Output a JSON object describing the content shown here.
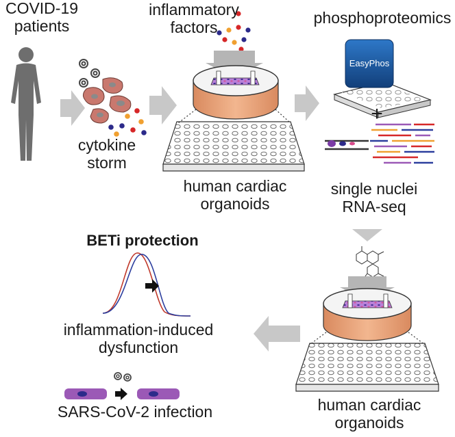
{
  "labels": {
    "covid_line1": "COVID-19",
    "covid_line2": "patients",
    "inflam_line1": "inflammatory",
    "inflam_line2": "factors",
    "phospho": "phosphoproteomics",
    "easyphos": "EasyPhos",
    "plus": "+",
    "cytokine_line1": "cytokine",
    "cytokine_line2": "storm",
    "hco_top_line1": "human cardiac",
    "hco_top_line2": "organoids",
    "snrna_line1": "single nuclei",
    "snrna_line2": "RNA-seq",
    "beti": "BETi protection",
    "dysf_line1": "inflammation-induced",
    "dysf_line2": "dysfunction",
    "sars": "SARS-CoV-2 infection",
    "hco_bot_line1": "human cardiac",
    "hco_bot_line2": "organoids"
  },
  "colors": {
    "arrow_grey": "#c8c8c8",
    "cell_pink": "#c9786e",
    "nucleus_grey": "#8a8a8a",
    "tissue_purple": "#8e54b4",
    "dish_orange": "#e8a07a",
    "curve_red": "#c0392b",
    "curve_blue": "#2c3e9e",
    "cardio_purple": "#9b59b6",
    "easyphos_blue": "#1f5fa8",
    "factor_red": "#d62728",
    "factor_navy": "#2c2a8a",
    "factor_orange": "#f0a030",
    "person_grey": "#6e6e6e"
  }
}
